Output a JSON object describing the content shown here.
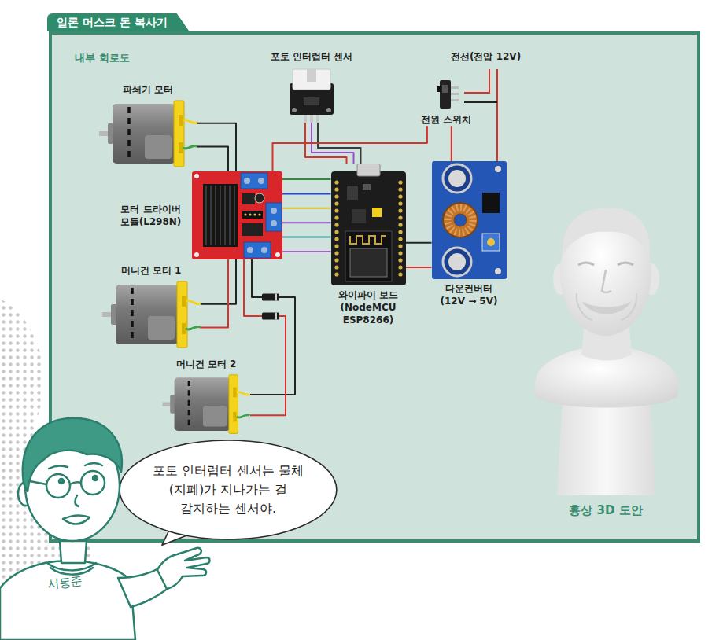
{
  "diagram": {
    "title": "일론 머스크 돈 복사기",
    "nodes": [
      {
        "text": [
          "내부 회로도"
        ]
      },
      {
        "text": [
          "파쇄기 모터"
        ],
        "in": 0
      },
      {
        "text": [
          "포토 인터럽터 센서"
        ],
        "in": 0
      },
      {
        "text": [
          "전원 스위치"
        ],
        "in": 0
      },
      {
        "text": [
          "모터 드라이버 모듈(L298N)"
        ],
        "in": 0
      },
      {
        "text": [
          "와이파이 보드 (NodeMCU ESP8266)"
        ],
        "in": 0
      },
      {
        "text": [
          "다운컨버터 (12V → 5V)"
        ],
        "in": 0
      },
      {
        "text": [
          "머니건 모터 1"
        ],
        "in": 0
      },
      {
        "text": [
          "머니건 모터 2"
        ],
        "in": 0
      },
      {
        "text": [
          "흉상 3D 도안"
        ],
        "in": 0
      },
      {
        "text": [
          "포토 인터럽터 센서는 물체(지폐)가 지나가는 걸 감지하는 센서야."
        ]
      }
    ],
    "edges": [
      {
        "from": 1,
        "to": 4,
        "arrow": "none"
      },
      {
        "from": 7,
        "to": 4,
        "arrow": "none"
      },
      {
        "from": 8,
        "to": 4,
        "arrow": "none"
      },
      {
        "from": 2,
        "to": 5,
        "arrow": "none"
      },
      {
        "from": 4,
        "to": 5,
        "arrow": "none"
      },
      {
        "from": 3,
        "to": 6,
        "arrow": "none"
      },
      {
        "from": 6,
        "to": 5,
        "arrow": "none"
      },
      {
        "from": 3,
        "to": 4,
        "arrow": "none"
      }
    ],
    "labels": [
      "전선(전압 12V)",
      "서동준"
    ]
  }
}
